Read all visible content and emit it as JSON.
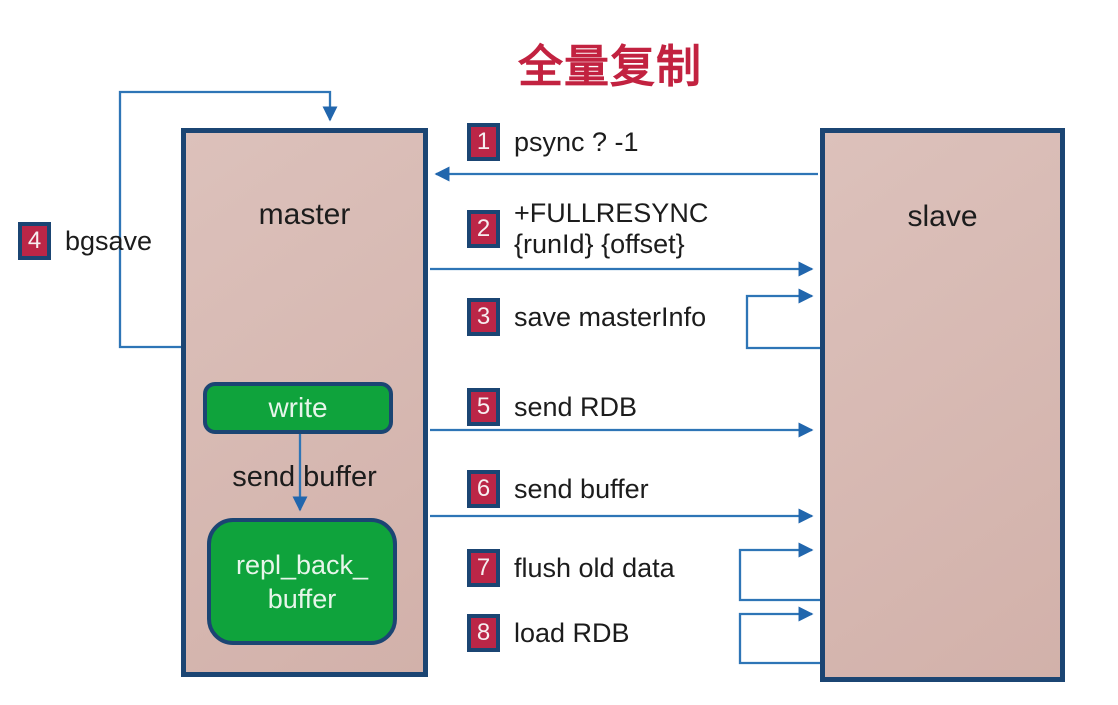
{
  "title": "全量复制",
  "colors": {
    "navy": "#1b4573",
    "crimson": "#bb2647",
    "title_red": "#c22240",
    "box_fill_light": "#dcc1bb",
    "box_fill_dark": "#d2b1aa",
    "green": "#0fa33c",
    "green_text": "#e7f5ea",
    "arrow_blue": "#2e75b6",
    "arrow_head": "#2166ad",
    "text_dark": "#1c1c1c"
  },
  "master": {
    "label": "master",
    "write_label": "write",
    "send_buffer_label": "send buffer",
    "repl_buffer_line1": "repl_back_",
    "repl_buffer_line2": "buffer"
  },
  "slave": {
    "label": "slave"
  },
  "bgsave": {
    "number": "4",
    "label": "bgsave"
  },
  "steps": [
    {
      "number": "1",
      "label": "psync ? -1"
    },
    {
      "number": "2",
      "label": "+FULLRESYNC",
      "label2": "{runId} {offset}"
    },
    {
      "number": "3",
      "label": "save masterInfo"
    },
    {
      "number": "5",
      "label": "send RDB"
    },
    {
      "number": "6",
      "label": "send buffer"
    },
    {
      "number": "7",
      "label": "flush old data"
    },
    {
      "number": "8",
      "label": "load RDB"
    }
  ]
}
